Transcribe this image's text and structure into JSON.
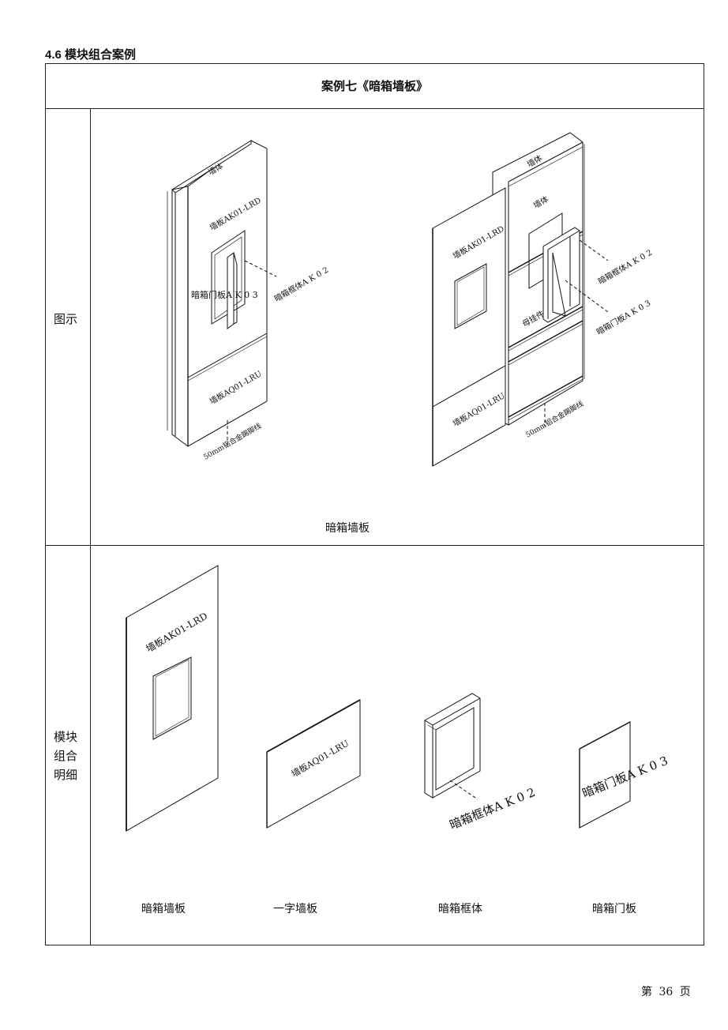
{
  "section": {
    "heading": "4.6 模块组合案例"
  },
  "table": {
    "case_title": "案例七《暗箱墙板》",
    "row1_label": "图示",
    "row2_label": "模块\n组合\n明细",
    "illustration_caption": "暗箱墙板"
  },
  "left_drawing": {
    "wall": "墙体",
    "panel_top": "墙板AK01-LRD",
    "door_panel": "暗箱门板A K 0 3",
    "frame": "暗箱框体A K 0 2",
    "panel_bottom": "墙板AQ01-LRU",
    "skirting": "50mm铝合金踢脚线"
  },
  "right_drawing": {
    "wall_top": "墙体",
    "wall": "墙体",
    "panel_top": "墙板AK01-LRD",
    "frame": "暗箱框体A K 0 2",
    "door_panel": "暗箱门板A K 0 3",
    "hanger": "母挂件",
    "panel_bottom": "墙板AQ01-LRU",
    "skirting": "50mm铝合金踢脚线"
  },
  "modules": [
    {
      "drawing_label": "墙板AK01-LRD",
      "caption": "暗箱墙板"
    },
    {
      "drawing_label": "墙板AQ01-LRU",
      "caption": "一字墙板"
    },
    {
      "drawing_label": "暗箱框体A K 0 2",
      "caption": "暗箱框体"
    },
    {
      "drawing_label": "暗箱门板A K 0 3",
      "caption": "暗箱门板"
    }
  ],
  "footer": {
    "page_number": "第 36 页"
  }
}
